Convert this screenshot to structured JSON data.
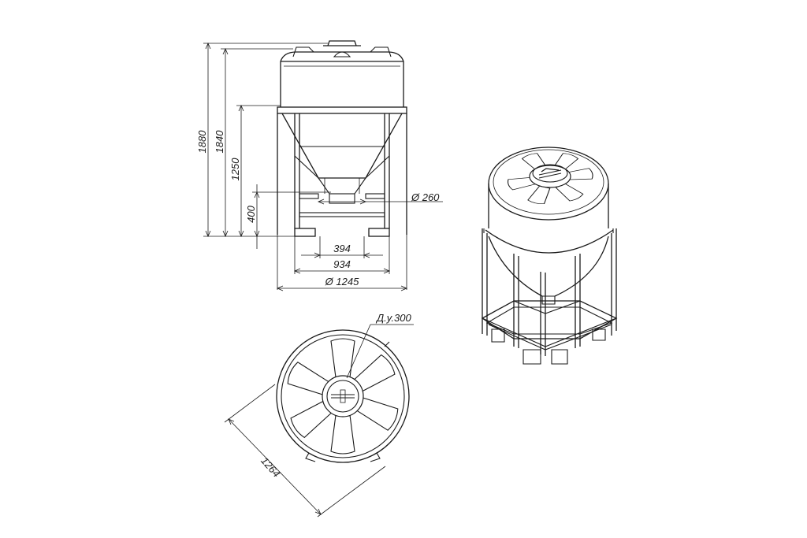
{
  "dimensions": {
    "h_1880": "1880",
    "h_1840": "1840",
    "h_1250": "1250",
    "h_400": "400",
    "w_394": "394",
    "w_934": "934",
    "d_1245": "Ø 1245",
    "d_260": "Ø 260",
    "du_300": "Д.у.300",
    "d_1264": "1264"
  },
  "colors": {
    "line": "#1a1a1a",
    "background": "#ffffff"
  }
}
